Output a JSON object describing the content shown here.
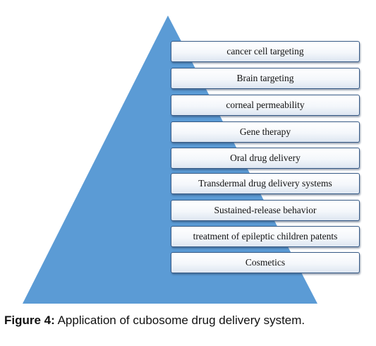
{
  "colors": {
    "pyramid": "#5b9bd5",
    "box_border": "#355985",
    "text": "#111111"
  },
  "layers": [
    "cancer cell targeting",
    "Brain targeting",
    "corneal permeability",
    "Gene therapy",
    "Oral drug delivery",
    "Transdermal drug delivery systems",
    "Sustained-release behavior",
    "treatment of epileptic children patents",
    "Cosmetics"
  ],
  "caption": {
    "label": "Figure 4:",
    "text": " Application of cubosome drug delivery system."
  }
}
